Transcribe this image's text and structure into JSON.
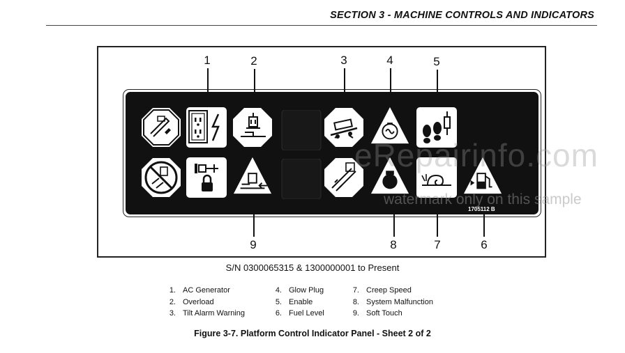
{
  "header": {
    "section_title": "SECTION 3 - MACHINE CONTROLS AND INDICATORS"
  },
  "figure": {
    "callouts_top": [
      "1",
      "2",
      "3",
      "4",
      "5"
    ],
    "callouts_bottom": [
      "9",
      "8",
      "7",
      "6"
    ],
    "part_number": "1705112 B",
    "serial_note": "S/N 0300065315 & 1300000001 to Present",
    "legend": [
      [
        {
          "num": "1.",
          "label": "AC Generator"
        },
        {
          "num": "4.",
          "label": "Glow Plug"
        },
        {
          "num": "7.",
          "label": "Creep Speed"
        }
      ],
      [
        {
          "num": "2.",
          "label": "Overload"
        },
        {
          "num": "5.",
          "label": "Enable"
        },
        {
          "num": "8.",
          "label": "System Malfunction"
        }
      ],
      [
        {
          "num": "3.",
          "label": "Tilt Alarm Warning"
        },
        {
          "num": "6.",
          "label": "Fuel Level"
        },
        {
          "num": "9.",
          "label": "Soft Touch"
        }
      ]
    ],
    "caption": "Figure 3-7. Platform Control Indicator Panel - Sheet 2 of 2"
  },
  "watermark": {
    "site": "eRepairinfo.com",
    "note": "watermark only on this sample"
  }
}
